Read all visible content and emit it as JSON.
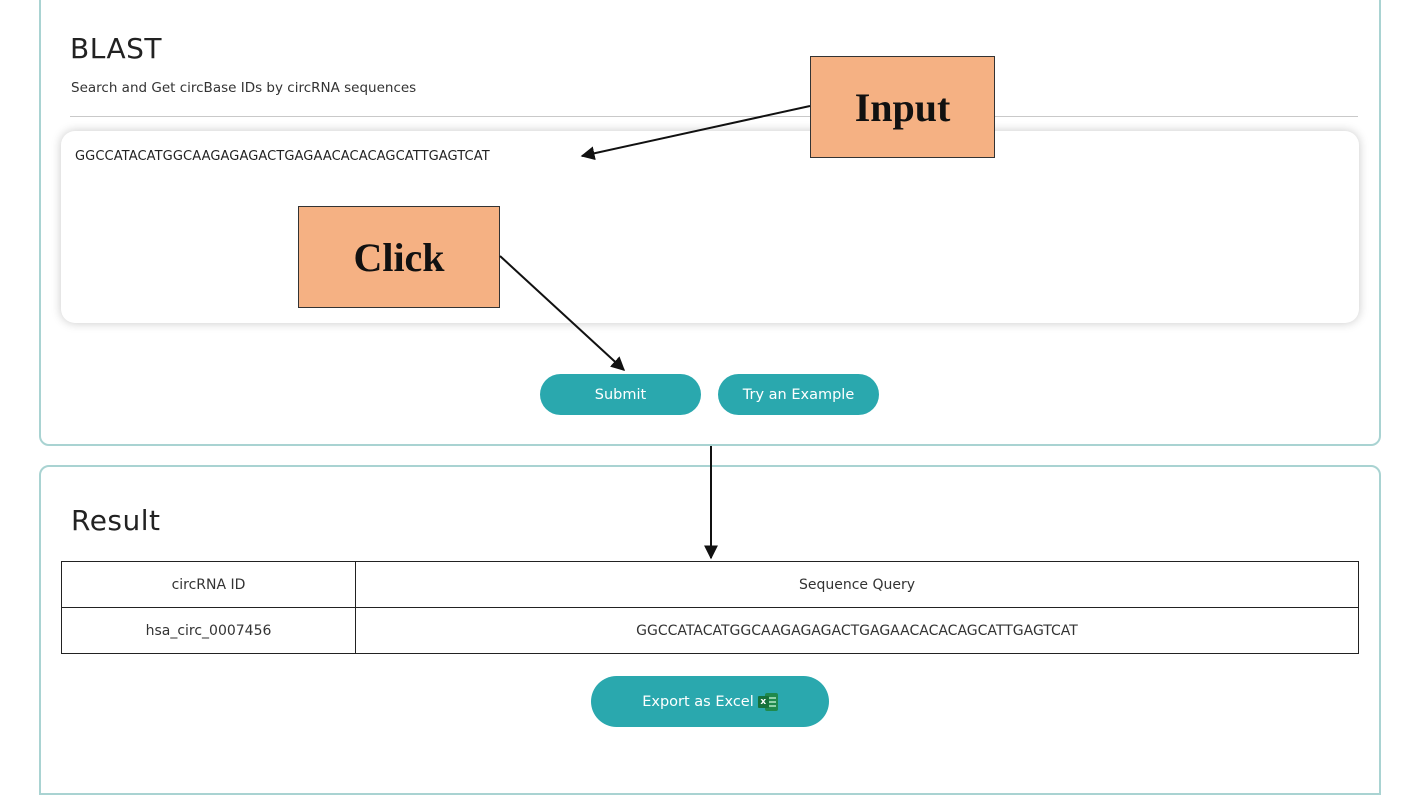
{
  "blast": {
    "title": "BLAST",
    "subtitle": "Search and Get circBase IDs by circRNA sequences",
    "sequence": "GGCCATACATGGCAAGAGAGACTGAGAACACACAGCATTGAGTCAT",
    "submit_label": "Submit",
    "example_label": "Try an Example"
  },
  "result": {
    "title": "Result",
    "columns": [
      "circRNA ID",
      "Sequence Query"
    ],
    "rows": [
      [
        "hsa_circ_0007456",
        "GGCCATACATGGCAAGAGAGACTGAGAACACACAGCATTGAGTCAT"
      ]
    ],
    "export_label": "Export as Excel",
    "export_icon": "excel-icon"
  },
  "annotations": {
    "input": "Input",
    "click": "Click"
  },
  "colors": {
    "accent": "#2aa8ae",
    "panel_border": "#a9d3d2",
    "callout_fill": "#f5b183"
  }
}
